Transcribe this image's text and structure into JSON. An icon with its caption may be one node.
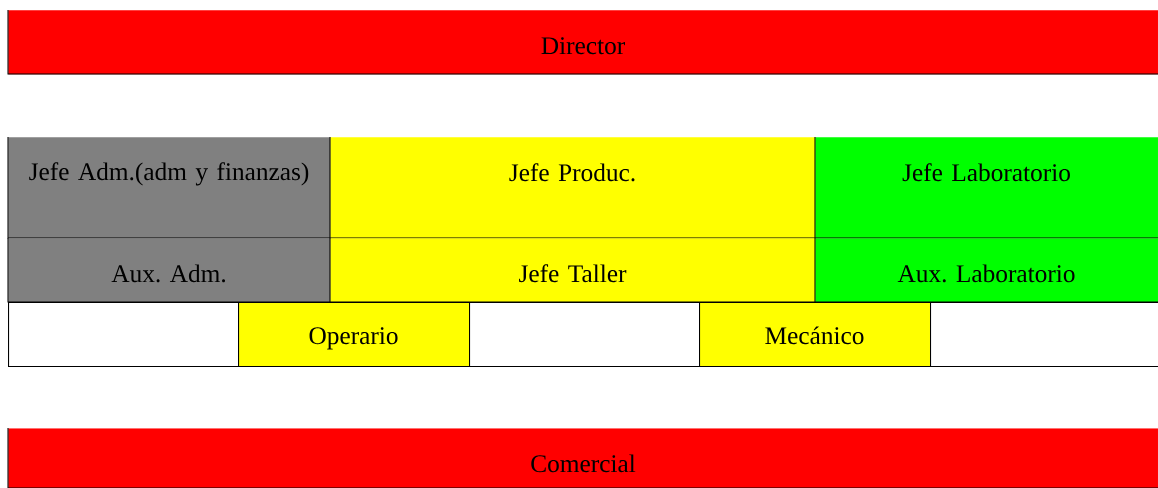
{
  "diagram": {
    "nodes": [
      {
        "text": [
          "Director"
        ]
      },
      {
        "text": [
          "Jefe Adm.(adm y finanzas)"
        ]
      },
      {
        "text": [
          "Jefe Produc."
        ]
      },
      {
        "text": [
          "Jefe Laboratorio"
        ]
      },
      {
        "text": [
          "Aux. Adm."
        ]
      },
      {
        "text": [
          "Jefe Taller"
        ]
      },
      {
        "text": [
          "Aux. Laboratorio"
        ]
      },
      {
        "text": [],
        "shape": "box"
      },
      {
        "text": [
          "Operario"
        ]
      },
      {
        "text": [],
        "shape": "box"
      },
      {
        "text": [
          "Mecánico"
        ]
      },
      {
        "text": [],
        "shape": "box"
      },
      {
        "text": [
          "Comercial"
        ]
      }
    ]
  }
}
